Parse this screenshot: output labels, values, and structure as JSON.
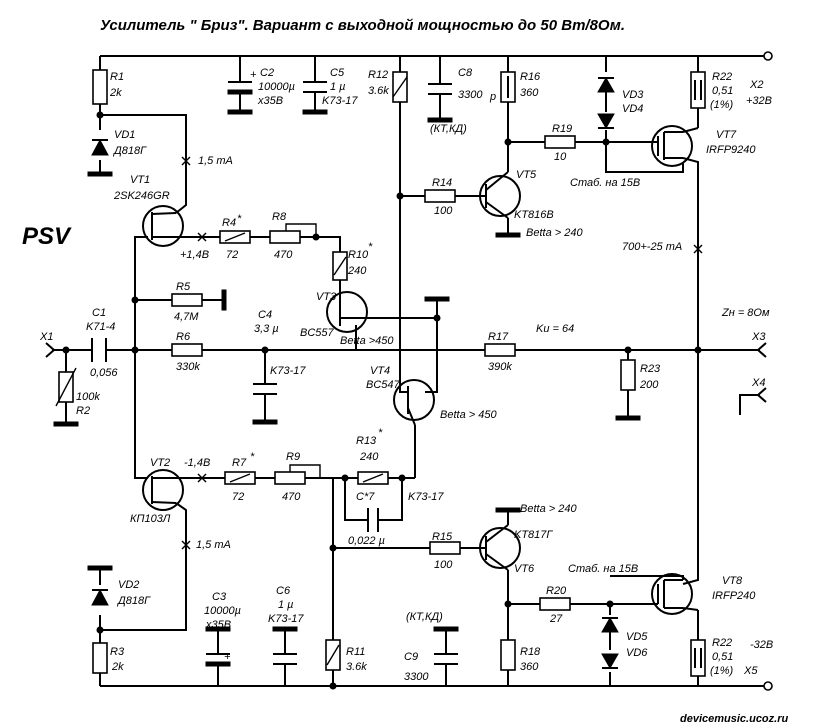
{
  "title": "Усилитель \" Бриз\". Вариант с выходной мощностью до 50 Вт/8Ом.",
  "author_logo": "PSV",
  "footer": "devicemusic.ucoz.ru",
  "components": {
    "R1": {
      "name": "R1",
      "value": "2k"
    },
    "VD1": {
      "name": "VD1",
      "value": "Д818Г"
    },
    "C2": {
      "name": "C2",
      "value": "10000µ",
      "value2": "x35В"
    },
    "C5": {
      "name": "C5",
      "value": "1 µ",
      "value2": "K73-17"
    },
    "R12": {
      "name": "R12",
      "value": "3.6k"
    },
    "C8": {
      "name": "C8",
      "value": "3300",
      "unit": "p",
      "note": "(КТ,КД)"
    },
    "R16": {
      "name": "R16",
      "value": "360"
    },
    "VD3": {
      "name": "VD3"
    },
    "VD4": {
      "name": "VD4"
    },
    "R22_top": {
      "name": "R22",
      "value": "0,51",
      "value2": "(1%)"
    },
    "X2": {
      "name": "X2",
      "value": "+32В"
    },
    "VT1": {
      "name": "VT1",
      "value": "2SK246GR",
      "current": "1,5 mA"
    },
    "R19": {
      "name": "R19",
      "value": "10"
    },
    "VT7": {
      "name": "VT7",
      "value": "IRFP9240"
    },
    "stab_top": "Стаб. на 15В",
    "R14": {
      "name": "R14",
      "value": "100"
    },
    "VT5": {
      "name": "VT5",
      "value": "KT816B",
      "beta": "Betta > 240"
    },
    "R4": {
      "name": "R4",
      "mark": "*",
      "value": "72",
      "volt": "+1,4В"
    },
    "R8": {
      "name": "R8",
      "value": "470"
    },
    "R10": {
      "name": "R10",
      "mark": "*",
      "value": "240"
    },
    "bias_current": "700+-25 mA",
    "R5": {
      "name": "R5",
      "value": "4,7M"
    },
    "VT3": {
      "name": "VT3",
      "value": "BC557",
      "beta": "Betta >450"
    },
    "C1": {
      "name": "C1",
      "value": "K71-4",
      "value2": "0,056"
    },
    "C4": {
      "name": "C4",
      "value": "3,3 µ",
      "value2": "K73-17"
    },
    "X1": {
      "name": "X1"
    },
    "R6": {
      "name": "R6",
      "value": "330k"
    },
    "R2": {
      "name": "R2",
      "value": "100k"
    },
    "Ku": "Ku = 64",
    "R17": {
      "name": "R17",
      "value": "390k"
    },
    "Zn": "Zн = 8Ом",
    "X3": {
      "name": "X3"
    },
    "R23": {
      "name": "R23",
      "value": "200"
    },
    "X4": {
      "name": "X4"
    },
    "VT4": {
      "name": "VT4",
      "value": "BC547",
      "beta": "Betta > 450"
    },
    "VT2": {
      "name": "VT2",
      "value": "КП103Л",
      "current": "1,5 mA"
    },
    "R7": {
      "name": "R7",
      "mark": "*",
      "value": "72",
      "volt": "-1,4В"
    },
    "R9": {
      "name": "R9",
      "value": "470"
    },
    "R13": {
      "name": "R13",
      "mark": "*",
      "value": "240"
    },
    "C7": {
      "name": "C*7",
      "value": "0,022 µ",
      "value2": "K73-17"
    },
    "R15": {
      "name": "R15",
      "value": "100"
    },
    "VT6": {
      "name": "VT6",
      "value": "KT817Г",
      "beta": "Betta > 240"
    },
    "stab_bot": "Стаб. на 15В",
    "VT8": {
      "name": "VT8",
      "value": "IRFP240"
    },
    "R20": {
      "name": "R20",
      "value": "27"
    },
    "VD2": {
      "name": "VD2",
      "value": "Д818Г"
    },
    "VD5": {
      "name": "VD5"
    },
    "VD6": {
      "name": "VD6"
    },
    "R3": {
      "name": "R3",
      "value": "2k"
    },
    "C3": {
      "name": "C3",
      "value": "10000µ",
      "value2": "x35В"
    },
    "C6": {
      "name": "C6",
      "value": "1 µ",
      "value2": "K73-17"
    },
    "R11": {
      "name": "R11",
      "value": "3.6k"
    },
    "C9": {
      "name": "C9",
      "value": "3300",
      "note": "(КТ,КД)"
    },
    "R18": {
      "name": "R18",
      "value": "360"
    },
    "R22_bot": {
      "name": "R22",
      "value": "0,51",
      "value2": "(1%)"
    },
    "X5": {
      "name": "X5",
      "value": "-32В"
    }
  }
}
